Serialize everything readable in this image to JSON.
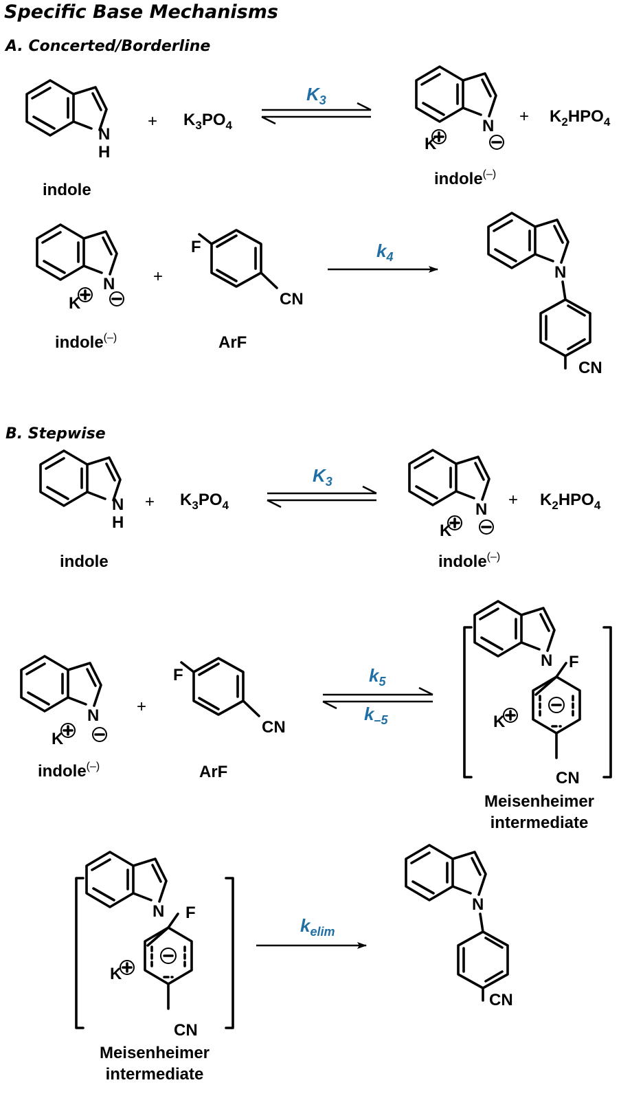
{
  "title": "Specific Base Mechanisms",
  "colors": {
    "rate_constant": "#1f6fa5",
    "ink": "#000000"
  },
  "sectionA": {
    "heading": "A. Concerted/Borderline",
    "step1": {
      "reactant_label": "indole",
      "plus": "+",
      "base": {
        "main": "K",
        "sub1": "3",
        "mid": "PO",
        "sub2": "4"
      },
      "k_main": "K",
      "k_sub": "3",
      "product_label_main": "indole",
      "product_label_sup": "(–)",
      "byproduct": {
        "main": "K",
        "sub1": "2",
        "mid": "HPO",
        "sub2": "4"
      }
    },
    "step2": {
      "reactant_label_main": "indole",
      "reactant_label_sup": "(–)",
      "plus": "+",
      "arf_label": "ArF",
      "k_main": "k",
      "k_sub": "4"
    }
  },
  "sectionB": {
    "heading": "B. Stepwise",
    "step1": {
      "reactant_label": "indole",
      "plus": "+",
      "base": {
        "main": "K",
        "sub1": "3",
        "mid": "PO",
        "sub2": "4"
      },
      "k_main": "K",
      "k_sub": "3",
      "product_label_main": "indole",
      "product_label_sup": "(–)",
      "byproduct": {
        "main": "K",
        "sub1": "2",
        "mid": "HPO",
        "sub2": "4"
      }
    },
    "step2": {
      "reactant_label_main": "indole",
      "reactant_label_sup": "(–)",
      "plus": "+",
      "arf_label": "ArF",
      "kf_main": "k",
      "kf_sub": "5",
      "kr_main": "k",
      "kr_sub": "–5",
      "intermediate_label_1": "Meisenheimer",
      "intermediate_label_2": "intermediate"
    },
    "step3": {
      "intermediate_label_1": "Meisenheimer",
      "intermediate_label_2": "intermediate",
      "k_main": "k",
      "k_sub": "elim"
    }
  },
  "atoms": {
    "N": "N",
    "H": "H",
    "K": "K",
    "F": "F",
    "CN": "CN",
    "plus_charge": "+",
    "minus_charge": "−"
  }
}
